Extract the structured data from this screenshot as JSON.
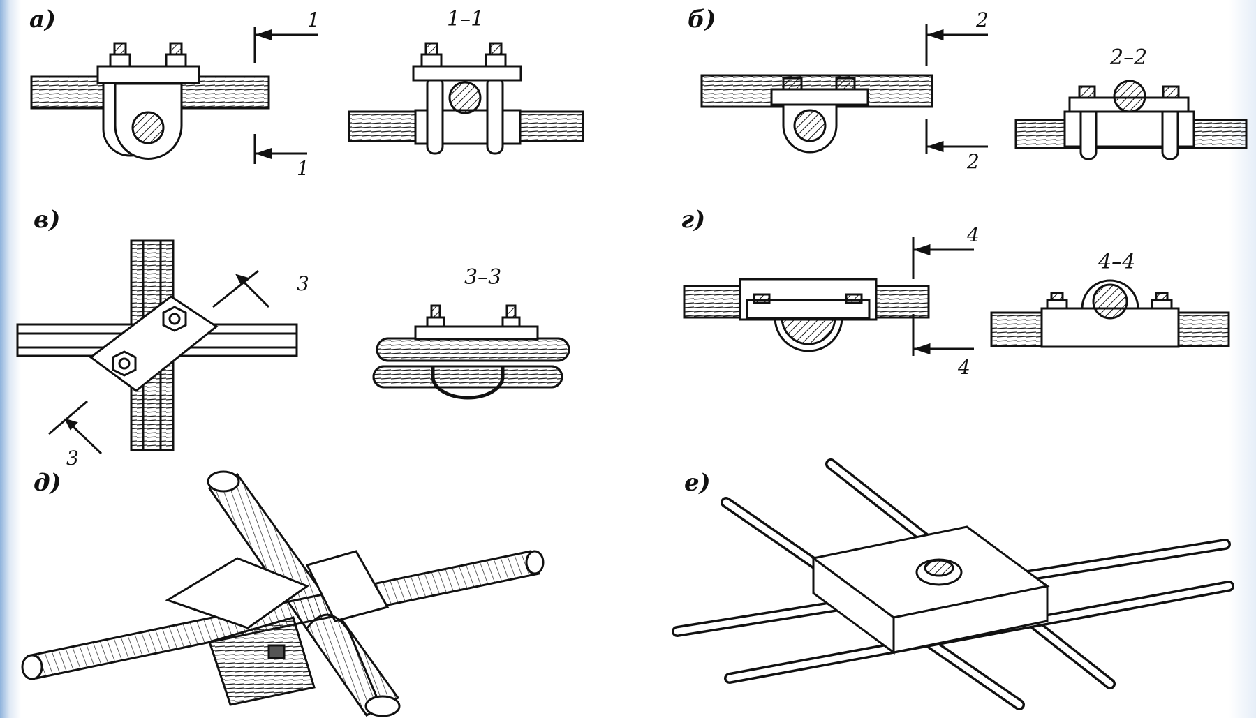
{
  "panels": [
    {
      "id": "a",
      "label": "а)",
      "section_title": "1–1",
      "cut_marks": [
        "1",
        "1"
      ]
    },
    {
      "id": "b",
      "label": "б)",
      "section_title": "2–2",
      "cut_marks": [
        "2",
        "2"
      ]
    },
    {
      "id": "v",
      "label": "в)",
      "section_title": "3–3",
      "cut_marks": [
        "3",
        "3"
      ]
    },
    {
      "id": "g",
      "label": "г)",
      "section_title": "4–4",
      "cut_marks": [
        "4",
        "4"
      ]
    },
    {
      "id": "d",
      "label": "д)"
    },
    {
      "id": "e",
      "label": "е)"
    }
  ],
  "colors": {
    "ink": "#111111",
    "background": "#ffffff",
    "frame_left": "#8fb3dc"
  }
}
